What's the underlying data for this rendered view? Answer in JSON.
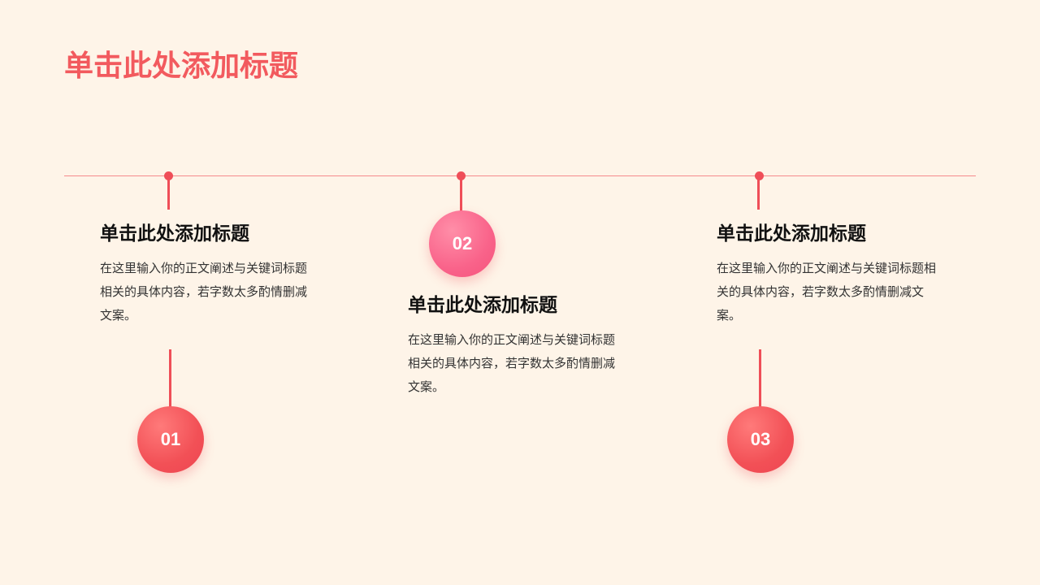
{
  "slide": {
    "title": "单击此处添加标题"
  },
  "colors": {
    "background": "#fef4e8",
    "accent_red": "#ef4e58",
    "accent_pink": "#f9638a",
    "title_red": "#f25a5e",
    "line": "#f58a8c"
  },
  "steps": [
    {
      "number": "01",
      "title": "单击此处添加标题",
      "body": "在这里输入你的正文阐述与关键词标题相关的具体内容，若字数太多酌情删减文案。"
    },
    {
      "number": "02",
      "title": "单击此处添加标题",
      "body": "在这里输入你的正文阐述与关键词标题相关的具体内容，若字数太多酌情删减文案。"
    },
    {
      "number": "03",
      "title": "单击此处添加标题",
      "body": "在这里输入你的正文阐述与关键词标题相关的具体内容，若字数太多酌情删减文案。"
    }
  ]
}
